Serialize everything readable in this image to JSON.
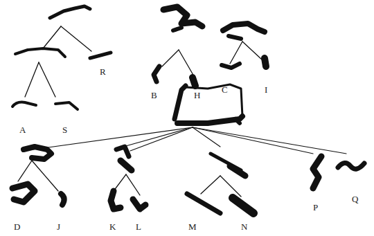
{
  "diagram": {
    "nodes": [
      {
        "text": [
          "A"
        ]
      },
      {
        "text": [
          "S"
        ]
      },
      {
        "text": [
          "R"
        ]
      },
      {
        "text": [
          "B"
        ]
      },
      {
        "text": [
          "H"
        ]
      },
      {
        "text": [
          "C"
        ]
      },
      {
        "text": [
          "I"
        ]
      },
      {
        "text": [
          "D"
        ]
      },
      {
        "text": [
          "J"
        ]
      },
      {
        "text": [
          "K"
        ]
      },
      {
        "text": [
          "L"
        ]
      },
      {
        "text": [
          "M"
        ]
      },
      {
        "text": [
          "N"
        ]
      },
      {
        "text": [
          "P"
        ]
      },
      {
        "text": [
          "Q"
        ]
      }
    ]
  }
}
